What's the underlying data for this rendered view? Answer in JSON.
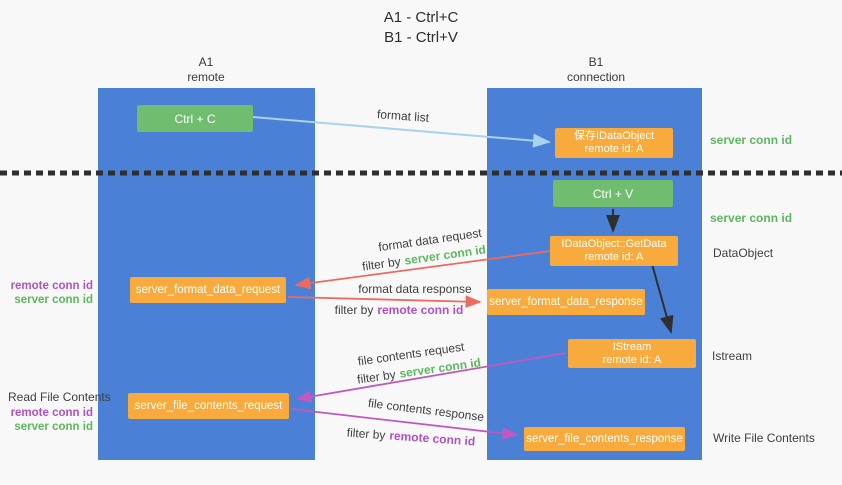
{
  "title": {
    "line1": "A1 - Ctrl+C",
    "line2": "B1 - Ctrl+V"
  },
  "lanes": {
    "left": {
      "name": "A1",
      "subtitle": "remote"
    },
    "right": {
      "name": "B1",
      "subtitle": "connection"
    }
  },
  "nodes": {
    "ctrl_c": {
      "label": "Ctrl + C"
    },
    "save_idataobject": {
      "line1": "保存IDataObject",
      "line2": "remote id: A"
    },
    "ctrl_v": {
      "label": "Ctrl + V"
    },
    "getdata": {
      "line1": "IDataObject::GetData",
      "line2": "remote id: A"
    },
    "format_request": {
      "label": "server_format_data_request"
    },
    "format_response": {
      "label": "server_format_data_response"
    },
    "istream": {
      "line1": "IStream",
      "line2": "remote id: A"
    },
    "file_request": {
      "label": "server_file_contents_request"
    },
    "file_response": {
      "label": "server_file_contents_response"
    }
  },
  "edge_labels": {
    "format_list": "format list",
    "format_data_request": "format data request",
    "format_data_response": "format data response",
    "file_contents_request": "file contents request",
    "file_contents_response": "file contents response",
    "filter_by": "filter by",
    "server_conn_id": "server conn id",
    "remote_conn_id": "remote conn id"
  },
  "side_labels": {
    "server_conn_id_top": "server conn id",
    "server_conn_id_mid": "server conn id",
    "dataobject": "DataObject",
    "istream": "Istream",
    "write_file_contents": "Write File Contents",
    "read_file_contents": "Read File Contents",
    "left_remote_conn_id_1": "remote conn id",
    "left_server_conn_id_1": "server conn id",
    "left_remote_conn_id_2": "remote conn id",
    "left_server_conn_id_2": "server conn id"
  },
  "colors": {
    "bg": "#f8f8f9",
    "lane-blue": "#4a81d6",
    "node-green": "#71bd70",
    "node-orange": "#f8aa3d",
    "green-text": "#5cb85c",
    "purple-text": "#b052c7",
    "arrow-blue": "#a8d2ee",
    "arrow-red": "#ec6a5f",
    "arrow-magenta": "#c158c1",
    "arrow-black": "#2f2f2f"
  }
}
